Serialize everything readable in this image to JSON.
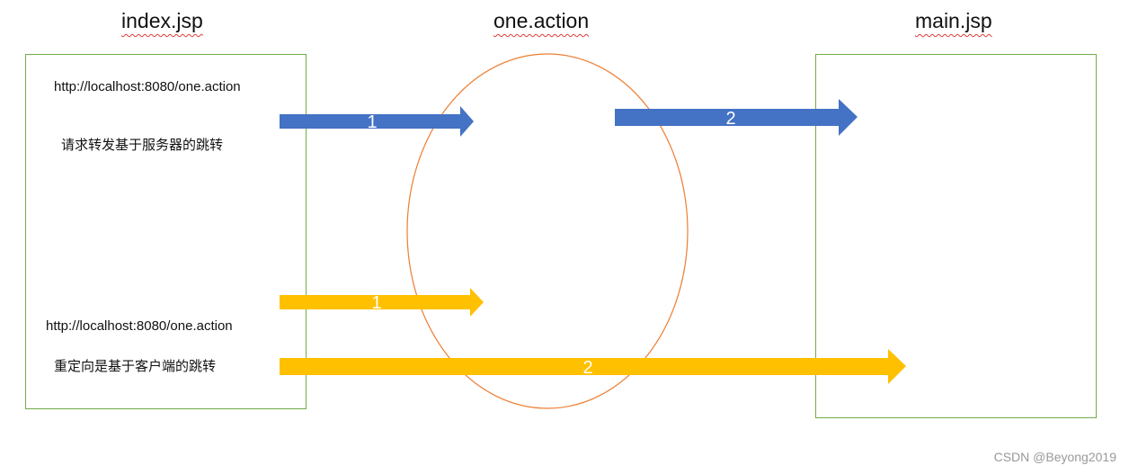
{
  "titles": {
    "left": "index.jsp",
    "middle": "one.action",
    "right": "main.jsp"
  },
  "left_box": {
    "forward_url": "http://localhost:8080/one.action",
    "forward_text": "请求转发基于服务器的跳转",
    "redirect_url": "http://localhost:8080/one.action",
    "redirect_text": "重定向是基于客户端的跳转"
  },
  "arrows": {
    "forward_1": "1",
    "forward_2": "2",
    "redirect_1": "1",
    "redirect_2": "2"
  },
  "colors": {
    "forward_arrow": "#4472c4",
    "redirect_arrow": "#ffc000",
    "ellipse": "#ed7d31",
    "box_border": "#70ad47"
  },
  "watermark": "CSDN @Beyong2019"
}
